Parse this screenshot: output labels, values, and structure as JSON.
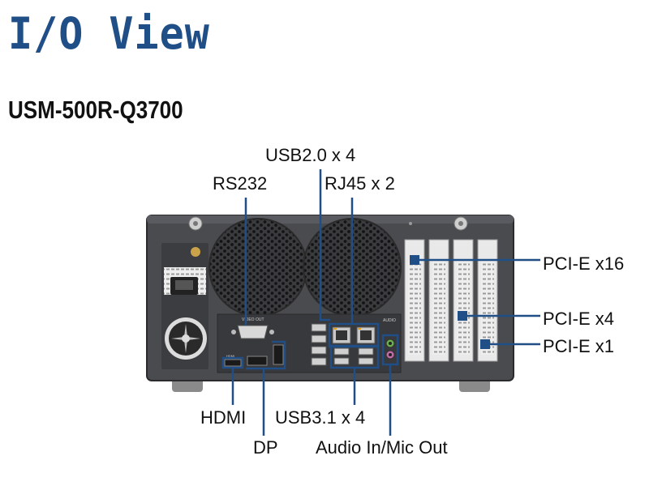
{
  "header": {
    "title": "I/O View",
    "model": "USM-500R-Q3700"
  },
  "colors": {
    "title": "#1f4f86",
    "callout_line": "#1f4f86",
    "chassis": "#4a4b4f",
    "chassis_dark": "#303134",
    "slot_bracket": "#e9e9e9"
  },
  "panel_text": {
    "video_out": "VIDEO OUT",
    "hdmi": "HDMI",
    "audio": "AUDIO"
  },
  "callouts": {
    "usb20": "USB2.0 x 4",
    "rs232": "RS232",
    "rj45": "RJ45 x 2",
    "pcie_x16": "PCI-E x16",
    "pcie_x4": "PCI-E x4",
    "pcie_x1": "PCI-E x1",
    "hdmi": "HDMI",
    "usb31": "USB3.1 x 4",
    "dp": "DP",
    "audio": "Audio In/Mic Out"
  }
}
